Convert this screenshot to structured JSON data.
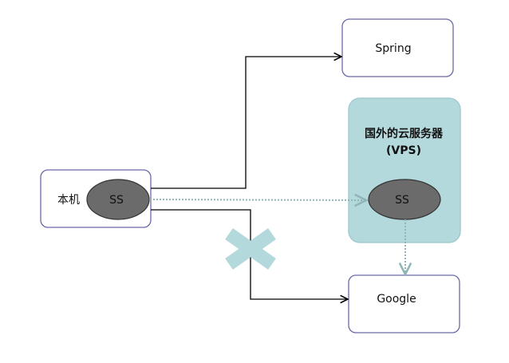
{
  "local": {
    "label": "本机",
    "ss_label": "SS"
  },
  "vps": {
    "title_line1": "国外的云服务器",
    "title_line2": "(VPS)",
    "ss_label": "SS"
  },
  "spring": {
    "label": "Spring"
  },
  "google": {
    "label": "Google"
  },
  "colors": {
    "box_border": "#6a6aa8",
    "vps_fill": "#b4d9dc",
    "vps_border": "#9cc8cc",
    "ss_fill": "#6b6b6b",
    "ss_stroke": "#333333",
    "cross": "#b4d9dc",
    "dotted": "#8fb5b8",
    "connector": "#000000"
  }
}
